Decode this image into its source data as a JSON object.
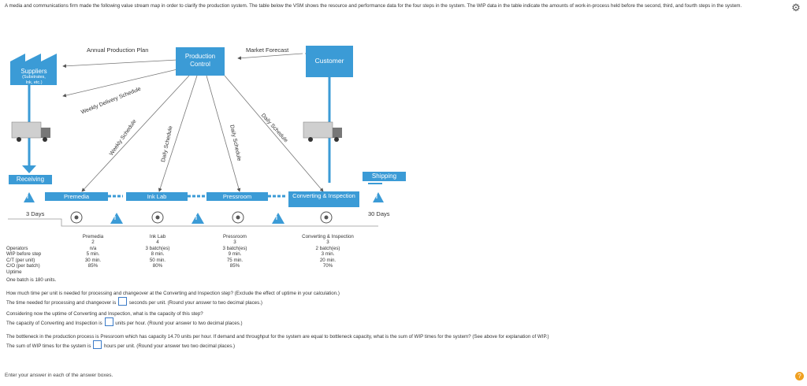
{
  "intro_text": "A media and communications firm made the following value stream map in order to clarify the production system. The table below the VSM shows the resource and performance data for the four steps in the system. The WIP data in the table indicate the amounts of work-in-process held before the second, third, and fourth steps in the system.",
  "vsm": {
    "production_control": "Production Control",
    "customer": "Customer",
    "suppliers": "Suppliers",
    "suppliers_sub": "(Substrates, Ink, etc.)",
    "annual_plan": "Annual Production Plan",
    "market_forecast": "Market Forecast",
    "weekly_delivery": "Weekly Delivery Schedule",
    "weekly_schedule": "Weekly Schedule",
    "daily_schedule_1": "Daily Schedule",
    "daily_schedule_2": "Daily Schedule",
    "daily_schedule_3": "Daily Schedule",
    "receiving": "Receiving",
    "shipping": "Shipping",
    "processes": [
      "Premedia",
      "Ink Lab",
      "Pressroom",
      "Converting & Inspection"
    ],
    "days_left": "3 Days",
    "days_right": "30 Days",
    "inventory_mark": "I"
  },
  "table": {
    "row_labels": [
      "Operators",
      "WIP before step",
      "C/T (per unit)",
      "C/O (per batch)",
      "Uptime"
    ],
    "columns": [
      {
        "header": "Premedia",
        "values": [
          "2",
          "n/a",
          "5 min.",
          "30 min.",
          "85%"
        ]
      },
      {
        "header": "Ink Lab",
        "values": [
          "4",
          "3 batch(es)",
          "8 min.",
          "50 min.",
          "80%"
        ]
      },
      {
        "header": "Pressroom",
        "values": [
          "3",
          "3 batch(es)",
          "9 min.",
          "75 min.",
          "85%"
        ]
      },
      {
        "header": "Converting & Inspection",
        "values": [
          "3",
          "2 batch(es)",
          "3 min.",
          "20 min.",
          "70%"
        ]
      }
    ],
    "batch_note": "One batch is 180 units."
  },
  "questions": {
    "q1_line1": "How much time per unit is needed for processing and changeover at the Converting and Inspection step? (Exclude the effect of uptime in your calculation.)",
    "q1_pre": "The time needed for processing and changeover is",
    "q1_post": "seconds per unit. (Round your answer to two decimal places.)",
    "q2_line1": "Considering now the uptime of Converting and Inspection, what is the capacity of this step?",
    "q2_pre": "The capacity of Converting and Inspection is",
    "q2_post": "units per hour. (Round your answer to two decimal places.)",
    "q3_line1": "The bottleneck in the production process is Pressroom which has capacity 14.70 units per hour. If demand and throughput for the system are equal to bottleneck capacity, what is the sum of WIP times for the system? (See above for explanation of WIP.)",
    "q3_pre": "The sum of WIP times for the system is",
    "q3_post": "hours per unit. (Round your answer two two decimal places.)"
  },
  "footer_text": "Enter your answer in each of the answer boxes.",
  "help_label": "?",
  "colors": {
    "accent": "#3b9bd6",
    "help": "#f0a020"
  }
}
